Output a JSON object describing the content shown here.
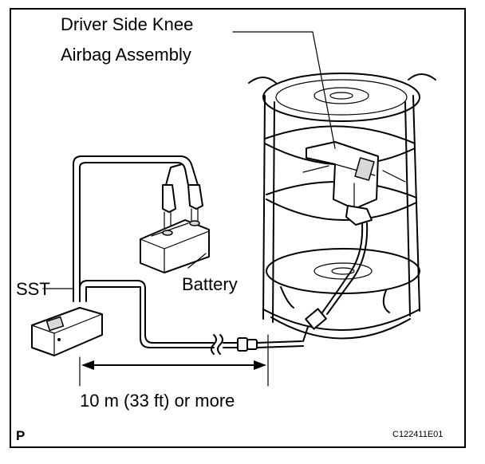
{
  "labels": {
    "airbag_line1": "Driver Side Knee",
    "airbag_line2": "Airbag Assembly",
    "sst": "SST",
    "battery": "Battery",
    "distance": "10 m (33 ft) or more",
    "corner_mark": "P",
    "figure_code": "C122411E01"
  }
}
